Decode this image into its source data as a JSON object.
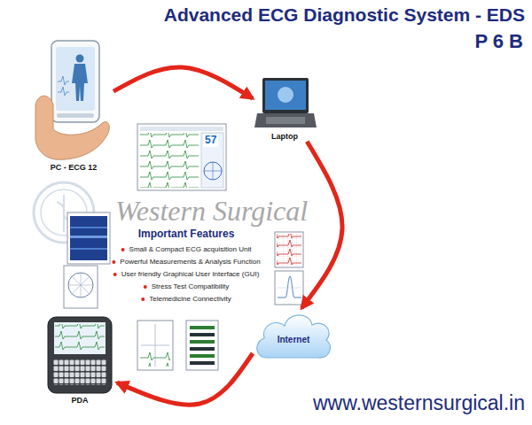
{
  "diagram": {
    "title": "Advanced ECG Diagnostic System - EDS",
    "nodes": [
      {
        "text": [
          "PC - ECG 12"
        ]
      },
      {
        "text": [
          "Laptop"
        ]
      },
      {
        "text": [
          "Internet"
        ]
      },
      {
        "text": [
          "PDA"
        ]
      }
    ],
    "edges": [
      {
        "from": 0,
        "to": 1,
        "arrow": "to"
      },
      {
        "from": 1,
        "to": 2,
        "arrow": "to"
      },
      {
        "from": 2,
        "to": 3,
        "arrow": "to"
      }
    ],
    "labels": [
      "P 6 B",
      "57",
      "Important Features",
      "Small & Compact ECG acquisition Unit",
      "Powerful Measurements & Analysis Function",
      "User friendly Graphical User Interface (GUI)",
      "Stress Test Compatibility",
      "Telemedicine Connectivity",
      "Western Surgical",
      "www.westernsurgical.in"
    ]
  }
}
